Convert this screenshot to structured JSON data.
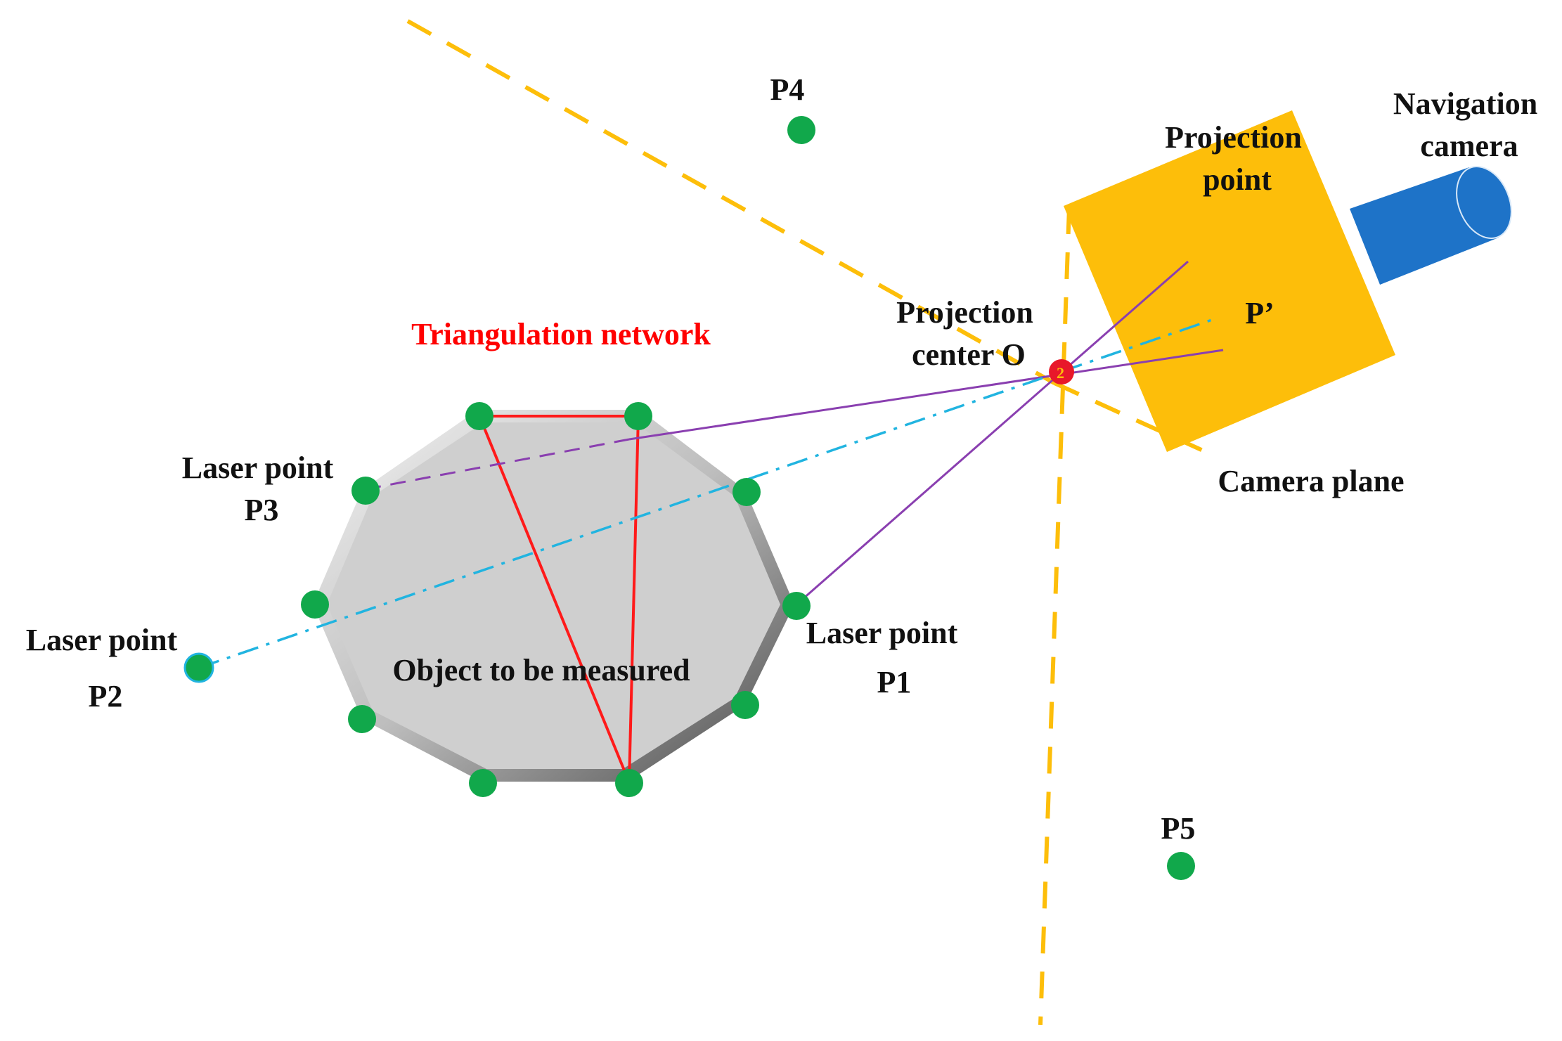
{
  "labels": {
    "p4": "P4",
    "p5": "P5",
    "projection_point": [
      "Projection",
      "point"
    ],
    "navigation_camera": [
      "Navigation",
      "camera"
    ],
    "projection_center": [
      "Projection",
      "center O"
    ],
    "p_prime": "P’",
    "camera_plane": "Camera plane",
    "triangulation_network": "Triangulation network",
    "laser_point_p3": [
      "Laser point",
      "P3"
    ],
    "laser_point_p2": [
      "Laser point",
      "P2"
    ],
    "laser_point_p1": [
      "Laser point",
      "P1"
    ],
    "object": "Object to be measured"
  },
  "colors": {
    "marker_green": "#11a84b",
    "camera_body": "#fdbe0a",
    "camera_lens": "#1e73c8",
    "dashed_yellow": "#fdbe0a",
    "ray_purple": "#8a3fb0",
    "ray_cyan": "#21b4e0",
    "triangulation_red": "#ff1a1a",
    "projection_center_red": "#e8182a",
    "object_fill": "#cfcfcf"
  }
}
